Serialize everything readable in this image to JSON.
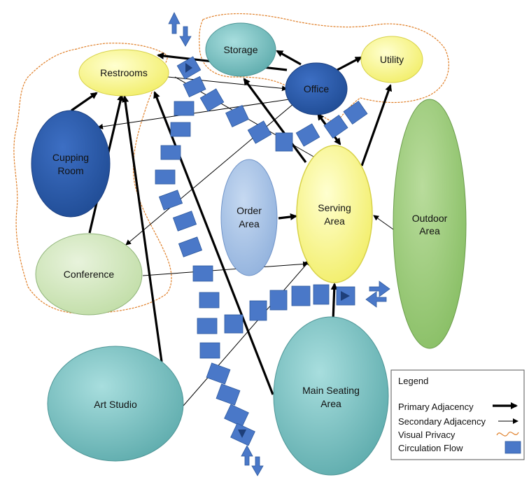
{
  "nodes": {
    "storage": {
      "label": "Storage"
    },
    "restrooms": {
      "label": "Restrooms"
    },
    "office": {
      "label": "Office"
    },
    "utility": {
      "label": "Utility"
    },
    "cupping": {
      "line1": "Cupping",
      "line2": "Room"
    },
    "order": {
      "line1": "Order",
      "line2": "Area"
    },
    "serving": {
      "line1": "Serving",
      "line2": "Area"
    },
    "outdoor": {
      "line1": "Outdoor",
      "line2": "Area"
    },
    "conference": {
      "label": "Conference"
    },
    "art": {
      "label": "Art Studio"
    },
    "seating": {
      "line1": "Main Seating",
      "line2": "Area"
    }
  },
  "legend": {
    "title": "Legend",
    "primary": "Primary Adjacency",
    "secondary": "Secondary Adjacency",
    "privacy": "Visual Privacy",
    "circulation": "Circulation Flow"
  },
  "colors": {
    "yellow": "#ffff99",
    "teal": "#7ec7c7",
    "dark_blue": "#2e5aa8",
    "light_blue": "#a8c4e6",
    "green": "#9ccc7a",
    "pale_green": "#d3e8bf",
    "circulation": "#4a78c8",
    "privacy": "#e0802a"
  }
}
